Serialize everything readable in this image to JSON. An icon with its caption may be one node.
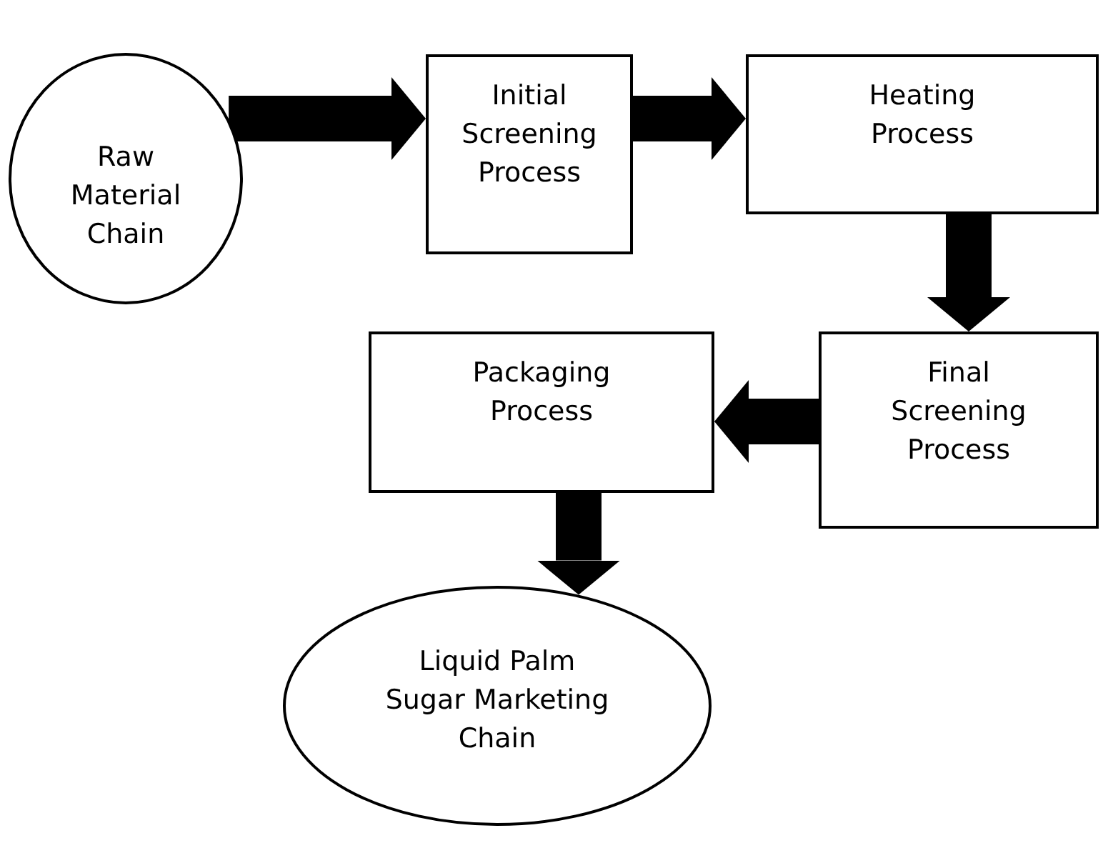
{
  "diagram": {
    "nodes": [
      {
        "text": [
          "Raw Material Chain"
        ]
      },
      {
        "text": [
          "Initial Screening Process"
        ]
      },
      {
        "text": [
          "Heating Process"
        ]
      },
      {
        "text": [
          "Packaging Process"
        ]
      },
      {
        "text": [
          "Final Screening Process"
        ]
      },
      {
        "text": [
          "Liquid Palm Sugar Marketing Chain"
        ]
      }
    ],
    "edges": [
      {
        "from": 0,
        "to": 1,
        "arrow": "to"
      },
      {
        "from": 1,
        "to": 2,
        "arrow": "to"
      },
      {
        "from": 2,
        "to": 4,
        "arrow": "to"
      },
      {
        "from": 4,
        "to": 3,
        "arrow": "to"
      },
      {
        "from": 3,
        "to": 5,
        "arrow": "to"
      }
    ]
  }
}
